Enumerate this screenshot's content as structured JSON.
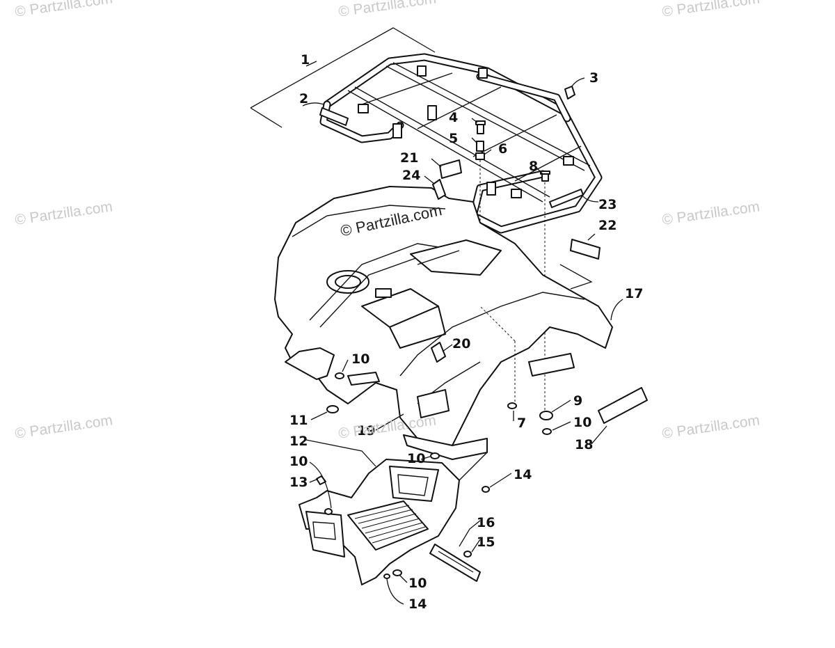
{
  "watermarks": {
    "top_left": "© Partzilla.com",
    "top_center": "© Partzilla.com",
    "top_right": "© Partzilla.com",
    "mid_left": "© Partzilla.com",
    "mid_right": "© Partzilla.com",
    "low_left": "© Partzilla.com",
    "low_center": "© Partzilla.com",
    "low_right": "© Partzilla.com",
    "center": "© Partzilla.com"
  },
  "callouts": [
    "1",
    "2",
    "3",
    "4",
    "5",
    "6",
    "21",
    "24",
    "8",
    "23",
    "22",
    "17",
    "20",
    "10",
    "11",
    "19",
    "7",
    "9",
    "10",
    "18",
    "12",
    "10",
    "14",
    "10",
    "13",
    "16",
    "15",
    "10",
    "14"
  ],
  "colors": {
    "line": "#111111",
    "watermark": "#c9c9c9",
    "background": "#ffffff"
  }
}
